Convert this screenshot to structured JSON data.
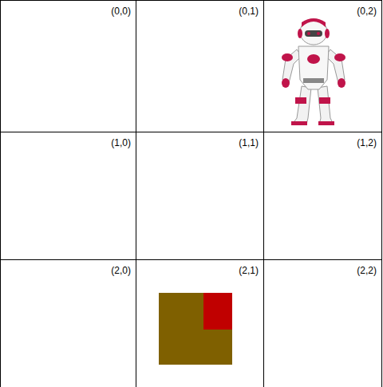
{
  "diagram": {
    "nodes": [
      {
        "text": [
          "(0,0)"
        ]
      },
      {
        "text": [
          "(0,1)"
        ]
      },
      {
        "text": [
          "(0,2)"
        ]
      },
      {
        "text": [
          "(1,0)"
        ]
      },
      {
        "text": [
          "(1,1)"
        ]
      },
      {
        "text": [
          "(1,2)"
        ]
      },
      {
        "text": [
          "(2,0)"
        ]
      },
      {
        "text": [
          "(2,1)"
        ]
      },
      {
        "text": [
          "(2,2)"
        ]
      }
    ]
  }
}
